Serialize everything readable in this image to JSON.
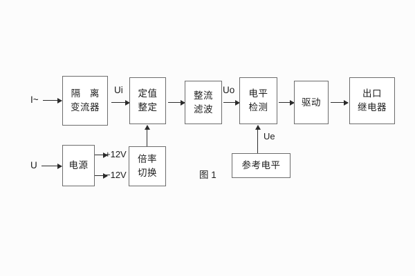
{
  "figure": {
    "caption": "图 1",
    "background_color": "#fcfcfc",
    "box_border_color": "#6b6b6b",
    "line_color": "#2b2b2b",
    "text_color": "#1c1c1c"
  },
  "inputs": [
    {
      "id": "current-input",
      "label": "I~"
    },
    {
      "id": "voltage-input",
      "label": "U"
    }
  ],
  "blocks": [
    {
      "id": "isolation-transformer",
      "lines": [
        "隔 离",
        "变流器"
      ]
    },
    {
      "id": "setting-adjustment",
      "lines": [
        "定值",
        "整定"
      ]
    },
    {
      "id": "rectify-filter",
      "lines": [
        "整流",
        "滤波"
      ]
    },
    {
      "id": "level-detection",
      "lines": [
        "电平",
        "检测"
      ]
    },
    {
      "id": "drive",
      "lines": [
        "驱动"
      ]
    },
    {
      "id": "output-relay",
      "lines": [
        "出口",
        "继电器"
      ]
    },
    {
      "id": "power-supply",
      "lines": [
        "电源"
      ]
    },
    {
      "id": "multiplier-switch",
      "lines": [
        "倍率",
        "切换"
      ]
    },
    {
      "id": "reference-level",
      "lines": [
        "参考电平"
      ]
    }
  ],
  "signals": [
    {
      "id": "ui",
      "label": "Ui"
    },
    {
      "id": "uo",
      "label": "Uo"
    },
    {
      "id": "ue",
      "label": "Ue"
    }
  ],
  "rails": [
    {
      "id": "rail-pos-12v",
      "label": "+12V"
    },
    {
      "id": "rail-neg-12v",
      "label": "−12V"
    }
  ]
}
